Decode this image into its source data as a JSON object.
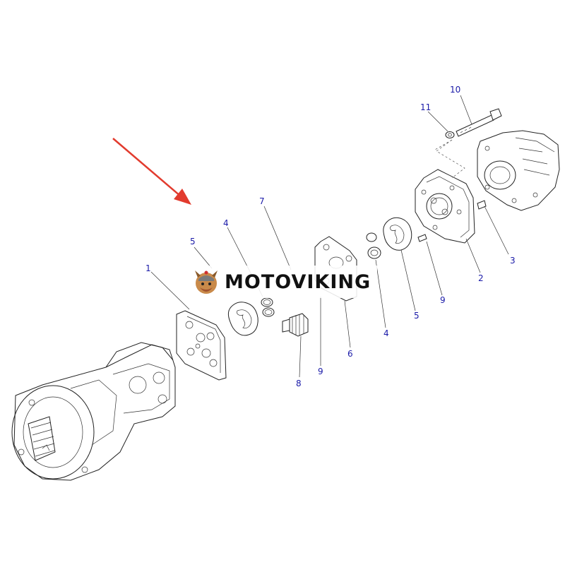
{
  "watermark": {
    "text": "MOTOVIKING"
  },
  "colors": {
    "label": "#1a1aa8",
    "arrow": "#e23b2e",
    "line": "#222222"
  },
  "part_labels": [
    "1",
    "2",
    "3",
    "4",
    "4",
    "5",
    "5",
    "6",
    "7",
    "8",
    "9",
    "9",
    "10",
    "11"
  ],
  "icons": [
    "viking-logo-icon",
    "pointer-arrow-icon"
  ]
}
